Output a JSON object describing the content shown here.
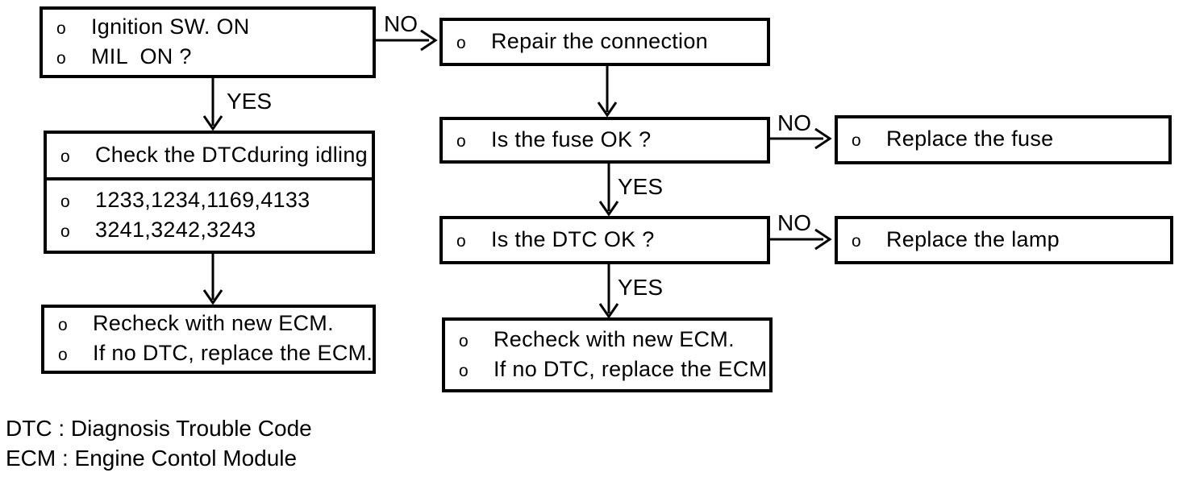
{
  "diagram": {
    "bullet": "o",
    "boxes": {
      "ignition": {
        "lines": [
          "Ignition SW. ON",
          "MIL  ON ?"
        ]
      },
      "repair": {
        "lines": [
          "Repair the connection"
        ]
      },
      "check_dtc": {
        "lines": [
          "Check the DTCduring idling"
        ]
      },
      "dtc_codes": {
        "lines": [
          "1233,1234,1169,4133",
          "3241,3242,3243"
        ]
      },
      "recheck_left": {
        "lines": [
          "Recheck with new ECM.",
          "If no DTC, replace the ECM."
        ]
      },
      "fuse": {
        "lines": [
          "Is the fuse OK ?"
        ]
      },
      "replace_fuse": {
        "lines": [
          "Replace the fuse"
        ]
      },
      "dtc_ok": {
        "lines": [
          "Is the DTC OK ?"
        ]
      },
      "replace_lamp": {
        "lines": [
          "Replace the lamp"
        ]
      },
      "recheck_mid": {
        "lines": [
          "Recheck with new ECM.",
          "If no DTC, replace the ECM."
        ]
      }
    },
    "connectors": {
      "no": "NO",
      "yes": "YES"
    },
    "legend": [
      "DTC : Diagnosis Trouble Code",
      "ECM : Engine Contol Module"
    ],
    "colors": {
      "ink": "#000000",
      "background": "#ffffff"
    }
  }
}
